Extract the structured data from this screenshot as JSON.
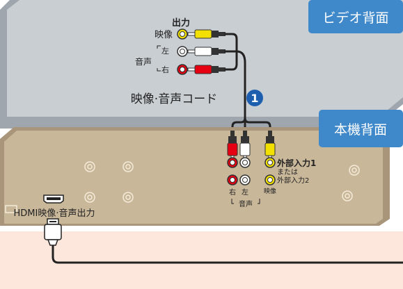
{
  "labels": {
    "video_deck_back": "ビデオ背面",
    "main_unit_back": "本機背面",
    "output": "出力",
    "video": "映像",
    "audio": "音声",
    "left": "左",
    "right": "右",
    "cable_label": "映像·音声コード",
    "step_number": "1",
    "external_input_1": "外部入力1",
    "or": "または",
    "external_input_2": "外部入力2",
    "jack_right": "右",
    "jack_left": "左",
    "jack_video": "映像",
    "jack_audio": "音声",
    "hdmi_output": "HDMI映像·音声出力"
  },
  "colors": {
    "video_deck": "#c9ced3",
    "main_unit": "#c9b79a",
    "tv_area": "#fde6dc",
    "header_badge": "#3f88c9",
    "yellow": "#f2e100",
    "red": "#e60012",
    "white": "#ffffff",
    "step_circle": "#1d5fae"
  }
}
